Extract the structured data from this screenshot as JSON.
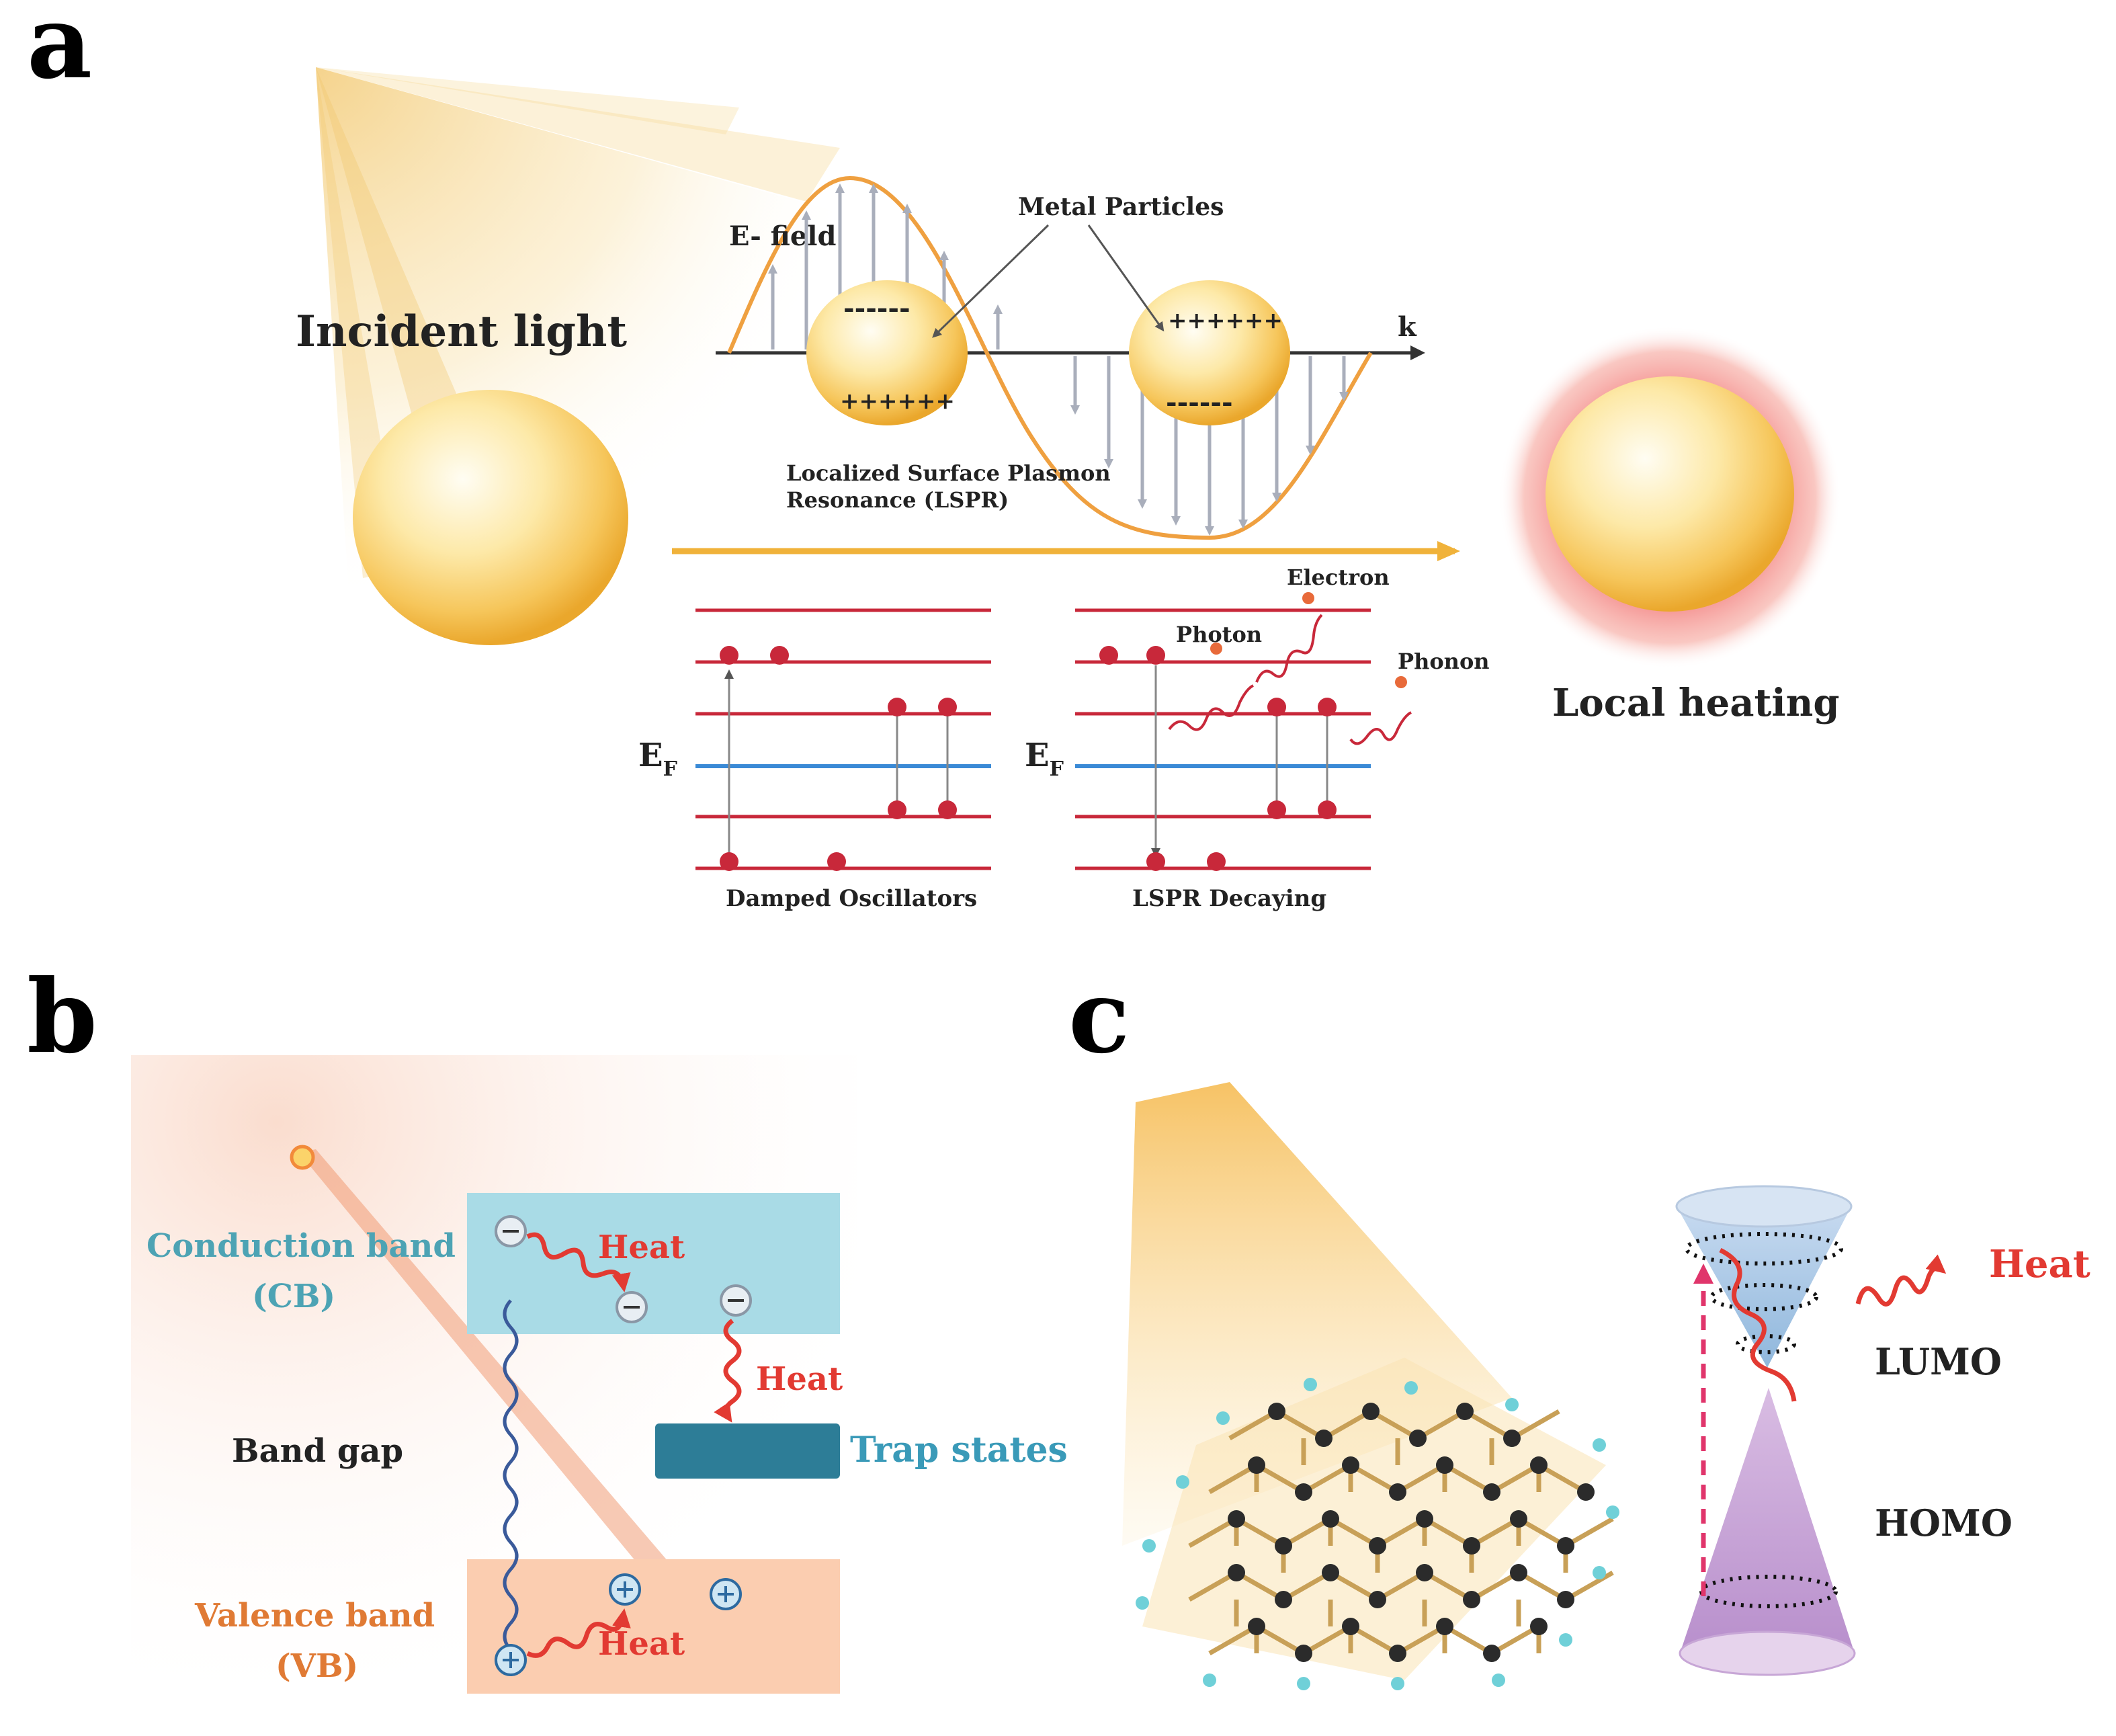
{
  "panel_a": {
    "letter": "a",
    "incident_light": "Incident light",
    "e_field": "E- field",
    "metal_particles": "Metal Particles",
    "k_axis": "k",
    "minus_charges": "------",
    "plus_charges": "++++++",
    "lspr_line1": "Localized  Surface Plasmon",
    "lspr_line2": "Resonance (LSPR)",
    "local_heating": "Local heating",
    "fermi_level": "E",
    "fermi_sub": "F",
    "electron": "Electron",
    "photon": "Photon",
    "phonon": "Phonon",
    "damped_oscillators": "Damped Oscillators",
    "lspr_decaying": "LSPR Decaying"
  },
  "panel_b": {
    "letter": "b",
    "conduction_band_1": "Conduction band",
    "conduction_band_2": "(CB)",
    "heat": "Heat",
    "band_gap": "Band gap",
    "trap_states": "Trap states",
    "valence_band_1": "Valence band",
    "valence_band_2": "(VB)"
  },
  "panel_c": {
    "letter": "c",
    "heat": "Heat",
    "lumo": "LUMO",
    "homo": "HOMO"
  },
  "colors": {
    "gold": "#f2b23a",
    "energy_level_red": "#c8283a",
    "fermi_blue": "#3a8ad6",
    "heat_red": "#e23a32",
    "cb_fill": "#a9dbe6",
    "vb_fill": "#fbcdb0",
    "trap_fill": "#2d7d97",
    "cb_text": "#4da3b4",
    "vb_text": "#e07a34",
    "trap_text": "#3a9ab8",
    "lumo_cone": "#9fc3e2",
    "homo_cone": "#c7a6d6"
  }
}
